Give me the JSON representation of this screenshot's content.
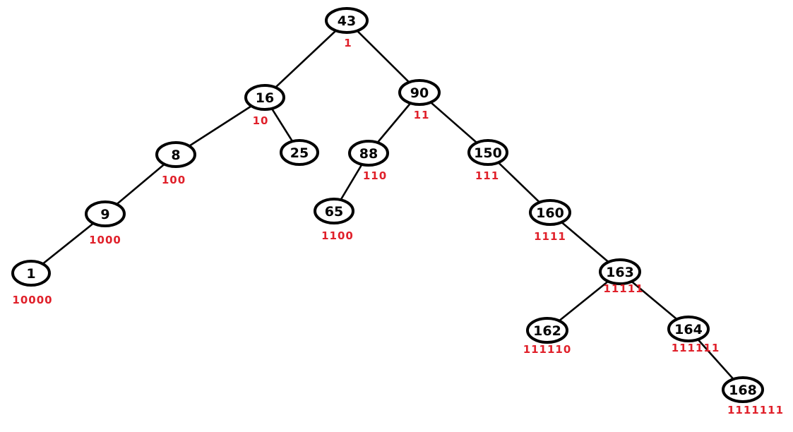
{
  "colors": {
    "ink": "#000000",
    "code": "#e0202a",
    "background": "#ffffff"
  },
  "tree": {
    "nodes": [
      {
        "id": "n43",
        "label": "43",
        "code": "1"
      },
      {
        "id": "n16",
        "label": "16",
        "code": "10"
      },
      {
        "id": "n90",
        "label": "90",
        "code": "11"
      },
      {
        "id": "n8",
        "label": "8",
        "code": "100"
      },
      {
        "id": "n25",
        "label": "25",
        "code": ""
      },
      {
        "id": "n88",
        "label": "88",
        "code": "110"
      },
      {
        "id": "n150",
        "label": "150",
        "code": "111"
      },
      {
        "id": "n9",
        "label": "9",
        "code": "1000"
      },
      {
        "id": "n65",
        "label": "65",
        "code": "1100"
      },
      {
        "id": "n160",
        "label": "160",
        "code": "1111"
      },
      {
        "id": "n1",
        "label": "1",
        "code": "10000"
      },
      {
        "id": "n163",
        "label": "163",
        "code": "11111"
      },
      {
        "id": "n162",
        "label": "162",
        "code": "111110"
      },
      {
        "id": "n164",
        "label": "164",
        "code": "111111"
      },
      {
        "id": "n168",
        "label": "168",
        "code": "1111111"
      }
    ],
    "edges": [
      {
        "from": "n43",
        "to": "n16"
      },
      {
        "from": "n43",
        "to": "n90"
      },
      {
        "from": "n16",
        "to": "n8"
      },
      {
        "from": "n16",
        "to": "n25"
      },
      {
        "from": "n90",
        "to": "n88"
      },
      {
        "from": "n90",
        "to": "n150"
      },
      {
        "from": "n8",
        "to": "n9"
      },
      {
        "from": "n88",
        "to": "n65"
      },
      {
        "from": "n150",
        "to": "n160"
      },
      {
        "from": "n9",
        "to": "n1"
      },
      {
        "from": "n160",
        "to": "n163"
      },
      {
        "from": "n163",
        "to": "n162"
      },
      {
        "from": "n163",
        "to": "n164"
      },
      {
        "from": "n164",
        "to": "n168"
      }
    ]
  }
}
